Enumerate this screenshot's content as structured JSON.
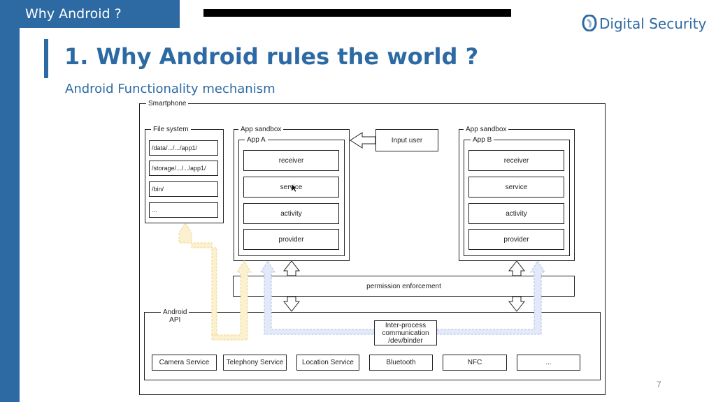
{
  "header": {
    "tab_label": "Why Android ?",
    "logo_text": "Digital Security",
    "title": "1. Why Android rules the world ?",
    "subtitle": "Android Functionality mechanism"
  },
  "diagram": {
    "smartphone_label": "Smartphone",
    "file_system": {
      "label": "File system",
      "paths": [
        "/data/.../.../app1/",
        "/storage/.../.../app1/",
        "/bin/",
        "..."
      ]
    },
    "sandbox_a": {
      "label": "App sandbox",
      "app_label": "App A",
      "components": [
        "receiver",
        "service",
        "activity",
        "provider"
      ]
    },
    "input_user": "Input user",
    "sandbox_b": {
      "label": "App sandbox",
      "app_label": "App B",
      "components": [
        "receiver",
        "service",
        "activity",
        "provider"
      ]
    },
    "permission": "permission enforcement",
    "android_api": "Android\nAPI",
    "ipc": "Inter-process\ncommunication\n/dev/binder",
    "services": [
      "Camera Service",
      "Telephony Service",
      "Location Service",
      "Bluetooth",
      "NFC",
      "..."
    ]
  },
  "footer": {
    "page_number": "7"
  },
  "colors": {
    "brand_blue": "#2d6aa3",
    "arrow_yellow": "#f3dc9a",
    "arrow_blue": "#b9c8ea"
  }
}
